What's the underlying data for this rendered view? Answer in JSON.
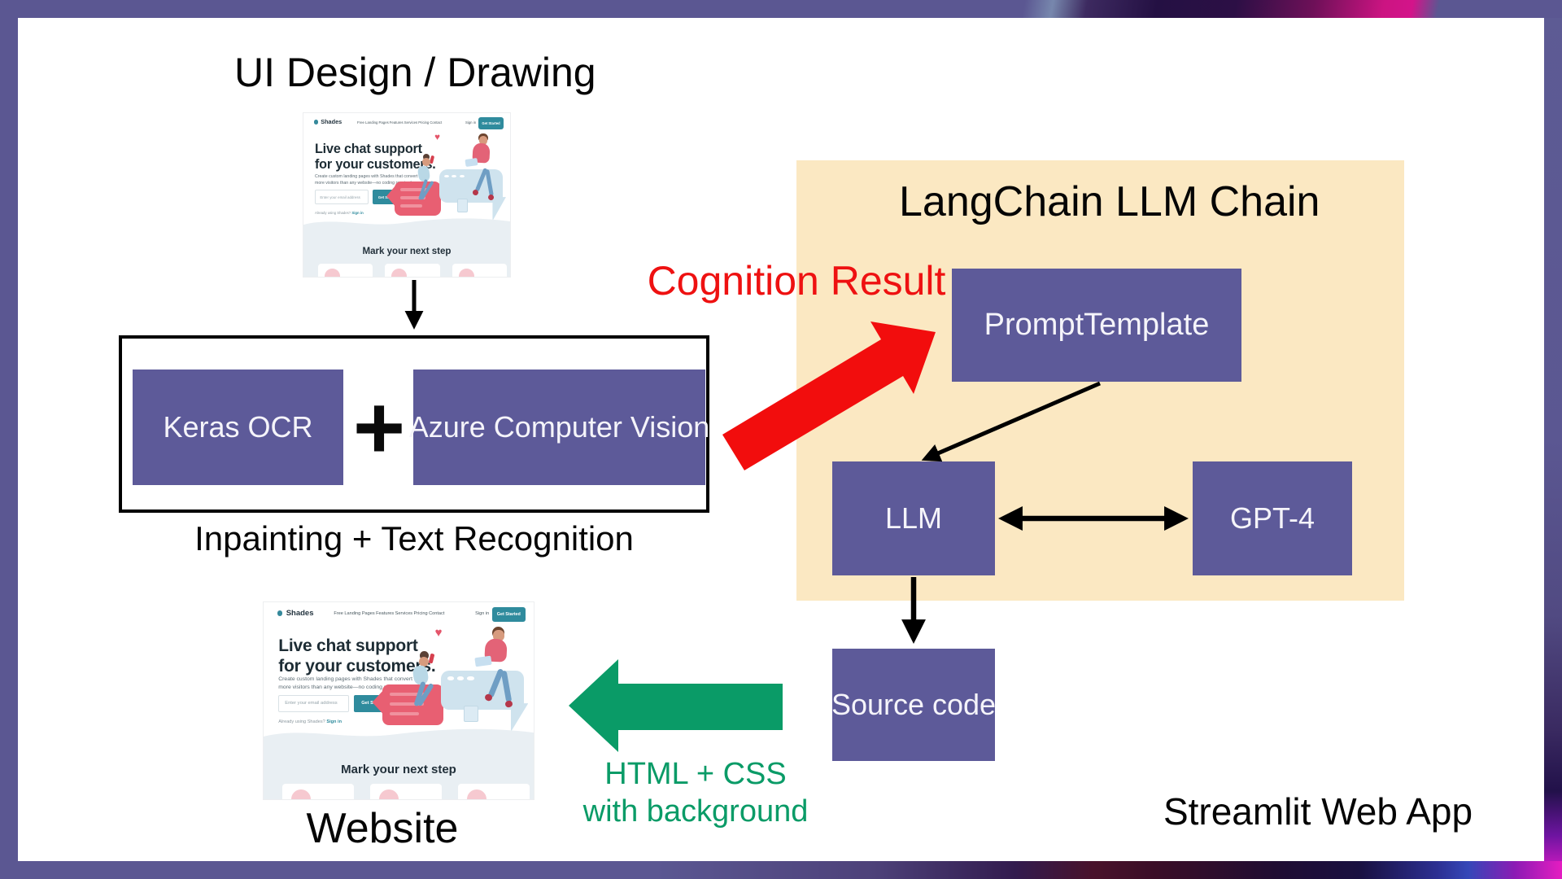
{
  "diagram": {
    "ui_design_label": "UI Design / Drawing",
    "inpainting_label": "Inpainting + Text Recognition",
    "cognition_label": "Cognition Result",
    "langchain_title": "LangChain LLM Chain",
    "plus_sign": "+",
    "boxes": {
      "keras": "Keras OCR",
      "azure": "Azure Computer Vision",
      "prompt_template": "PromptTemplate",
      "llm": "LLM",
      "gpt4": "GPT-4",
      "source_code": "Source code"
    },
    "html_css_label_line1": "HTML + CSS",
    "html_css_label_line2": "with background",
    "website_label": "Website",
    "streamlit_label": "Streamlit Web App",
    "colors": {
      "frame_purple": "#5b5792",
      "frame_magenta": "#cc1482",
      "frame_pink": "#e51cc1",
      "node_fill": "#5d5a99",
      "node_text": "#f5f4fa",
      "panel_fill": "#fbe8c2",
      "accent_red": "#ee1111",
      "arrow_red": "#f20d0d",
      "accent_green": "#0a9b67",
      "connector_black": "#000000"
    }
  },
  "shades_page": {
    "logo": "Shades",
    "nav": [
      "Free Landing Pages",
      "Features",
      "Services",
      "Pricing",
      "Contact"
    ],
    "sign_in": "Sign in",
    "cta": "Get Started",
    "hero_title_line1": "Live chat support",
    "hero_title_line2": "for your customers.",
    "hero_body_line1": "Create custom landing pages with Shades that convert",
    "hero_body_line2": "more visitors than any website—no coding required.",
    "email_placeholder": "Enter your email address",
    "email_cta": "Get Started",
    "signin_prompt": "Already using Shades?",
    "signin_link": "Sign in",
    "section_title": "Mark your next step",
    "colors": {
      "teal": "#2f8b9d",
      "heading": "#1d2c34",
      "section_bg": "#e9eff3"
    }
  }
}
